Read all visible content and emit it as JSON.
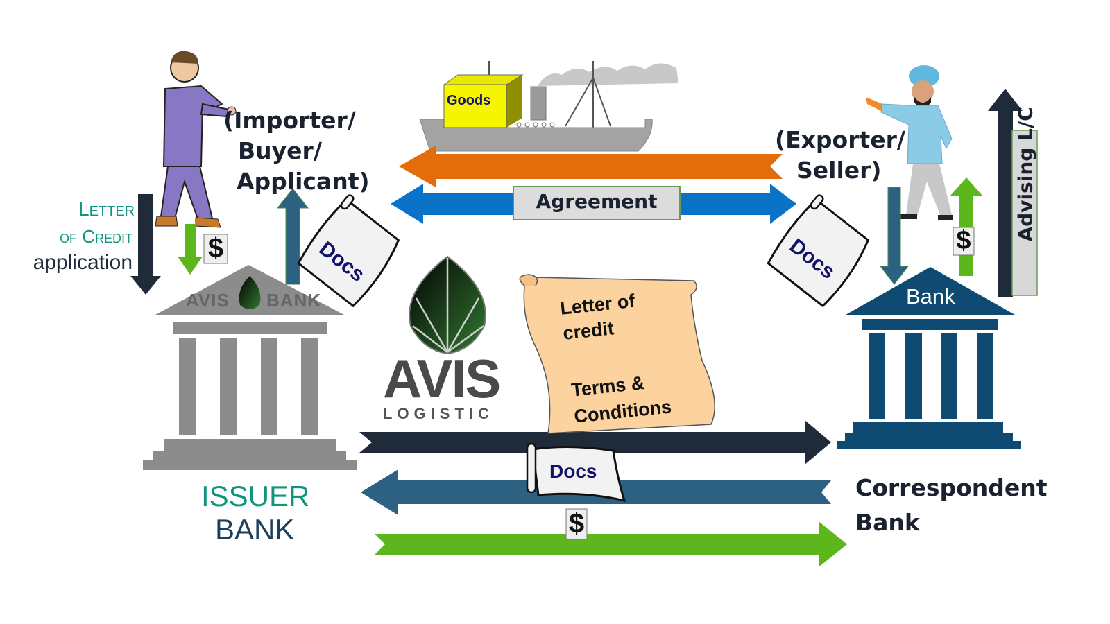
{
  "diagram": {
    "title": "Letter of Credit process",
    "colors": {
      "dark_navy": "#1f2b38",
      "steel_blue": "#2d6182",
      "bank_blue": "#0f4a73",
      "green": "#5cb61c",
      "orange": "#e46c0a",
      "blue": "#0a73c8",
      "gray_bank": "#8c8c8c",
      "scroll_tan": "#fcd29e",
      "goods_yellow": "#f5f500",
      "teal_text": "#11947e"
    },
    "actors": {
      "importer": {
        "label_line1": "(Importer/",
        "label_line2": "Buyer/",
        "label_line3": "Applicant)"
      },
      "exporter": {
        "label_line1": "(Exporter/",
        "label_line2": "Seller)"
      }
    },
    "application_label": {
      "line1": "Letter",
      "line2": "of Credit",
      "line3": "application"
    },
    "issuer_bank": {
      "pediment_left": "AVIS",
      "pediment_right": "BANK",
      "label_line1": "ISSUER",
      "label_line2": "BANK"
    },
    "correspondent_bank": {
      "pediment": "Bank",
      "label_line1": "Correspondent",
      "label_line2": "Bank"
    },
    "shipment": {
      "goods": "Goods"
    },
    "agreement": "Agreement",
    "advising": "Advising L/C",
    "dollar": "$",
    "docs": "Docs",
    "logo": {
      "name": "AVIS",
      "sub": "LOGISTIC"
    },
    "lc_scroll": {
      "line1": "Letter of",
      "line2": "credit",
      "line3": "Terms &",
      "line4": "Conditions"
    }
  }
}
